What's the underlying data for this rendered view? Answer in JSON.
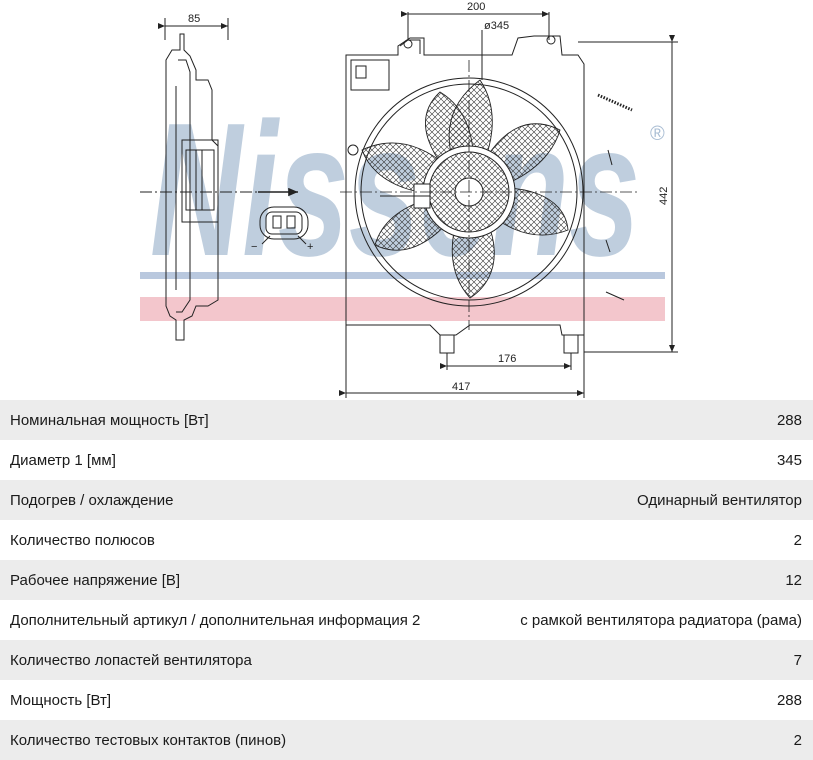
{
  "drawing": {
    "watermark": "Nissens",
    "registered_mark": "®",
    "dimensions": {
      "side_width": "85",
      "lug_spacing": "200",
      "fan_diameter": "ø345",
      "height": "442",
      "bottom_lug_spacing": "176",
      "overall_width": "417"
    },
    "connector": {
      "minus": "−",
      "plus": "+"
    }
  },
  "specs": [
    {
      "label": "Номинальная мощность [Вт]",
      "value": "288"
    },
    {
      "label": "Диаметр 1 [мм]",
      "value": "345"
    },
    {
      "label": "Подогрев / охлаждение",
      "value": "Одинарный вентилятор"
    },
    {
      "label": "Количество полюсов",
      "value": "2"
    },
    {
      "label": "Рабочее напряжение [В]",
      "value": "12"
    },
    {
      "label": "Дополнительный артикул / дополнительная информация 2",
      "value": "с рамкой вентилятора радиатора (рама)"
    },
    {
      "label": "Количество лопастей вентилятора",
      "value": "7"
    },
    {
      "label": "Мощность [Вт]",
      "value": "288"
    },
    {
      "label": "Количество тестовых контактов (пинов)",
      "value": "2"
    }
  ],
  "colors": {
    "watermark_blue": "#a9bdd3",
    "watermark_red": "#efb7bf",
    "line": "#222222",
    "row_shade": "#ececec"
  }
}
